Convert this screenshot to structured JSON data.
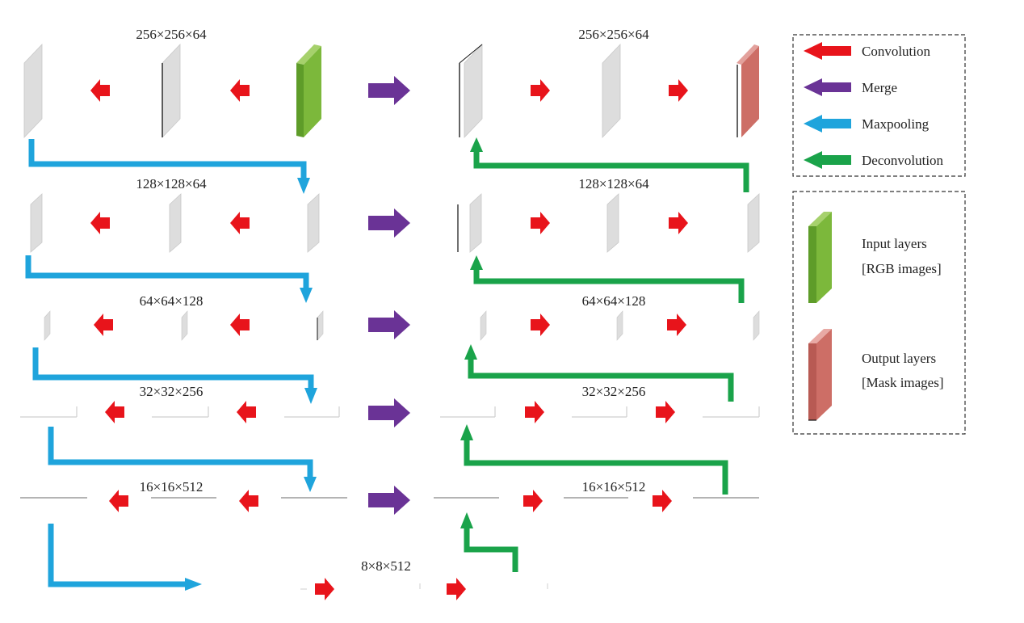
{
  "colors": {
    "convolution": "#e8141b",
    "merge": "#6a3396",
    "maxpooling": "#1fa4dc",
    "deconvolution": "#1aa34a",
    "input_layer": "#7cb83b",
    "output_layer": "#cd6e66",
    "feature_map": "#dcdcdc"
  },
  "levels": [
    {
      "label": "256×256×64"
    },
    {
      "label": "128×128×64"
    },
    {
      "label": "64×64×128"
    },
    {
      "label": "32×32×256"
    },
    {
      "label": "16×16×512"
    }
  ],
  "bottleneck": {
    "label": "8×8×512"
  },
  "legend": {
    "items": [
      {
        "label": "Convolution",
        "icon": "red-arrow-icon"
      },
      {
        "label": "Merge",
        "icon": "purple-arrow-icon"
      },
      {
        "label": "Maxpooling",
        "icon": "blue-arrow-icon"
      },
      {
        "label": "Deconvolution",
        "icon": "green-arrow-icon"
      }
    ],
    "layers": [
      {
        "line1": "Input layers",
        "line2": "[RGB images]",
        "icon": "green-layer-icon"
      },
      {
        "line1": "Output layers",
        "line2": "[Mask images]",
        "icon": "red-layer-icon"
      }
    ]
  }
}
